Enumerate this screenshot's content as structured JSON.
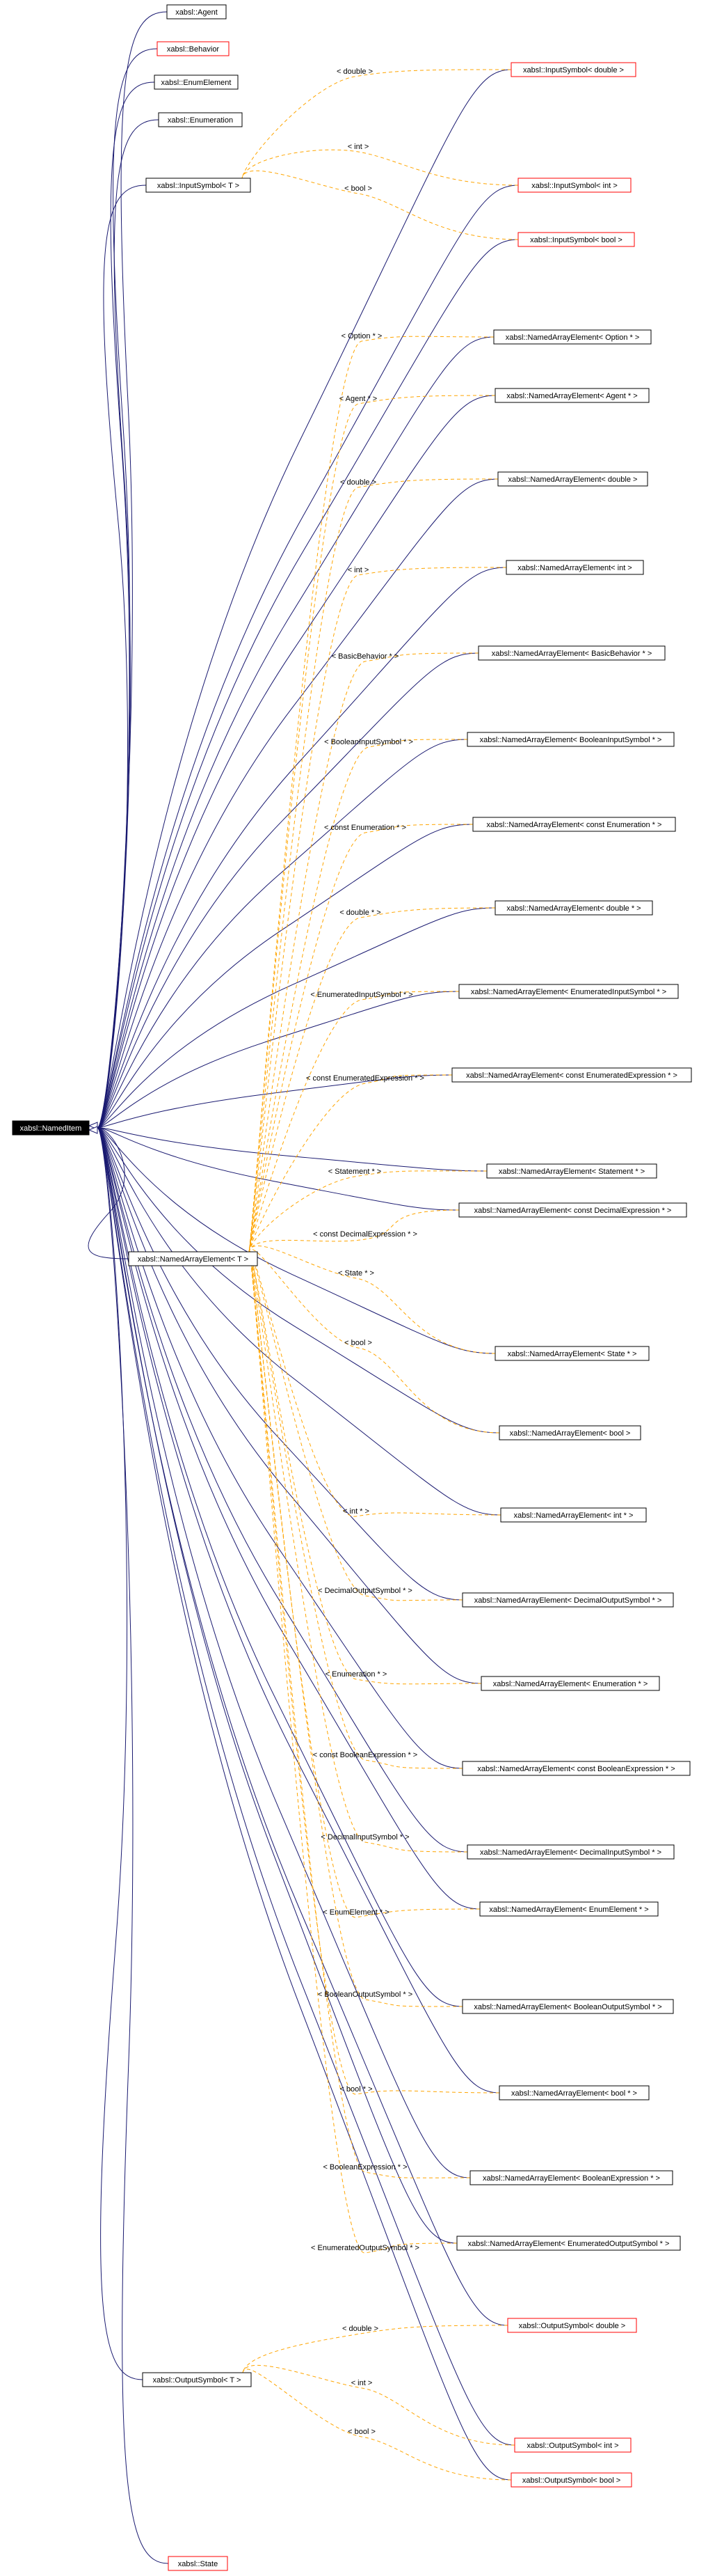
{
  "root": {
    "label": "xabsl::NamedItem"
  },
  "inherit_direct": [
    {
      "label": "xabsl::Agent",
      "missing": false
    },
    {
      "label": "xabsl::Behavior",
      "missing": true
    },
    {
      "label": "xabsl::EnumElement",
      "missing": false
    },
    {
      "label": "xabsl::Enumeration",
      "missing": false
    },
    {
      "label": "xabsl::State",
      "missing": true
    }
  ],
  "templates": {
    "input_symbol": {
      "label": "xabsl::InputSymbol< T >",
      "instances": [
        {
          "label": "xabsl::InputSymbol< double >",
          "arg": "< double >",
          "missing": true
        },
        {
          "label": "xabsl::InputSymbol< int >",
          "arg": "< int >",
          "missing": true
        },
        {
          "label": "xabsl::InputSymbol< bool >",
          "arg": "< bool >",
          "missing": true
        }
      ]
    },
    "named_array_element": {
      "label": "xabsl::NamedArrayElement< T >",
      "instances": [
        {
          "label": "xabsl::NamedArrayElement< Option * >",
          "arg": "< Option * >"
        },
        {
          "label": "xabsl::NamedArrayElement< Agent * >",
          "arg": "< Agent * >"
        },
        {
          "label": "xabsl::NamedArrayElement< double >",
          "arg": "< double >"
        },
        {
          "label": "xabsl::NamedArrayElement< int >",
          "arg": "< int >"
        },
        {
          "label": "xabsl::NamedArrayElement< BasicBehavior * >",
          "arg": "< BasicBehavior * >"
        },
        {
          "label": "xabsl::NamedArrayElement< BooleanInputSymbol * >",
          "arg": "< BooleanInputSymbol * >"
        },
        {
          "label": "xabsl::NamedArrayElement< const Enumeration * >",
          "arg": "< const Enumeration * >"
        },
        {
          "label": "xabsl::NamedArrayElement< double * >",
          "arg": "< double * >"
        },
        {
          "label": "xabsl::NamedArrayElement< EnumeratedInputSymbol * >",
          "arg": "< EnumeratedInputSymbol * >"
        },
        {
          "label": "xabsl::NamedArrayElement< const EnumeratedExpression * >",
          "arg": "< const EnumeratedExpression * >"
        },
        {
          "label": "xabsl::NamedArrayElement< Statement * >",
          "arg": "< Statement * >"
        },
        {
          "label": "xabsl::NamedArrayElement< const DecimalExpression * >",
          "arg": "< const DecimalExpression * >"
        },
        {
          "label": "xabsl::NamedArrayElement< State * >",
          "arg": "< State * >"
        },
        {
          "label": "xabsl::NamedArrayElement< bool >",
          "arg": "< bool >"
        },
        {
          "label": "xabsl::NamedArrayElement< int * >",
          "arg": "< int * >"
        },
        {
          "label": "xabsl::NamedArrayElement< DecimalOutputSymbol * >",
          "arg": "< DecimalOutputSymbol * >"
        },
        {
          "label": "xabsl::NamedArrayElement< Enumeration * >",
          "arg": "< Enumeration * >"
        },
        {
          "label": "xabsl::NamedArrayElement< const BooleanExpression * >",
          "arg": "< const BooleanExpression * >"
        },
        {
          "label": "xabsl::NamedArrayElement< DecimalInputSymbol * >",
          "arg": "< DecimalInputSymbol * >"
        },
        {
          "label": "xabsl::NamedArrayElement< EnumElement * >",
          "arg": "< EnumElement * >"
        },
        {
          "label": "xabsl::NamedArrayElement< BooleanOutputSymbol * >",
          "arg": "< BooleanOutputSymbol * >"
        },
        {
          "label": "xabsl::NamedArrayElement< bool * >",
          "arg": "< bool * >"
        },
        {
          "label": "xabsl::NamedArrayElement< BooleanExpression * >",
          "arg": "< BooleanExpression * >"
        },
        {
          "label": "xabsl::NamedArrayElement< EnumeratedOutputSymbol * >",
          "arg": "< EnumeratedOutputSymbol * >"
        }
      ]
    },
    "output_symbol": {
      "label": "xabsl::OutputSymbol< T >",
      "instances": [
        {
          "label": "xabsl::OutputSymbol< double >",
          "arg": "< double >",
          "missing": true
        },
        {
          "label": "xabsl::OutputSymbol< int >",
          "arg": "< int >",
          "missing": true
        },
        {
          "label": "xabsl::OutputSymbol< bool >",
          "arg": "< bool >",
          "missing": true
        }
      ]
    }
  },
  "colors": {
    "inheritance_edge": "#191970",
    "template_edge": "#ffa500",
    "missing_border": "#ff0000",
    "root_fill": "#000000"
  }
}
